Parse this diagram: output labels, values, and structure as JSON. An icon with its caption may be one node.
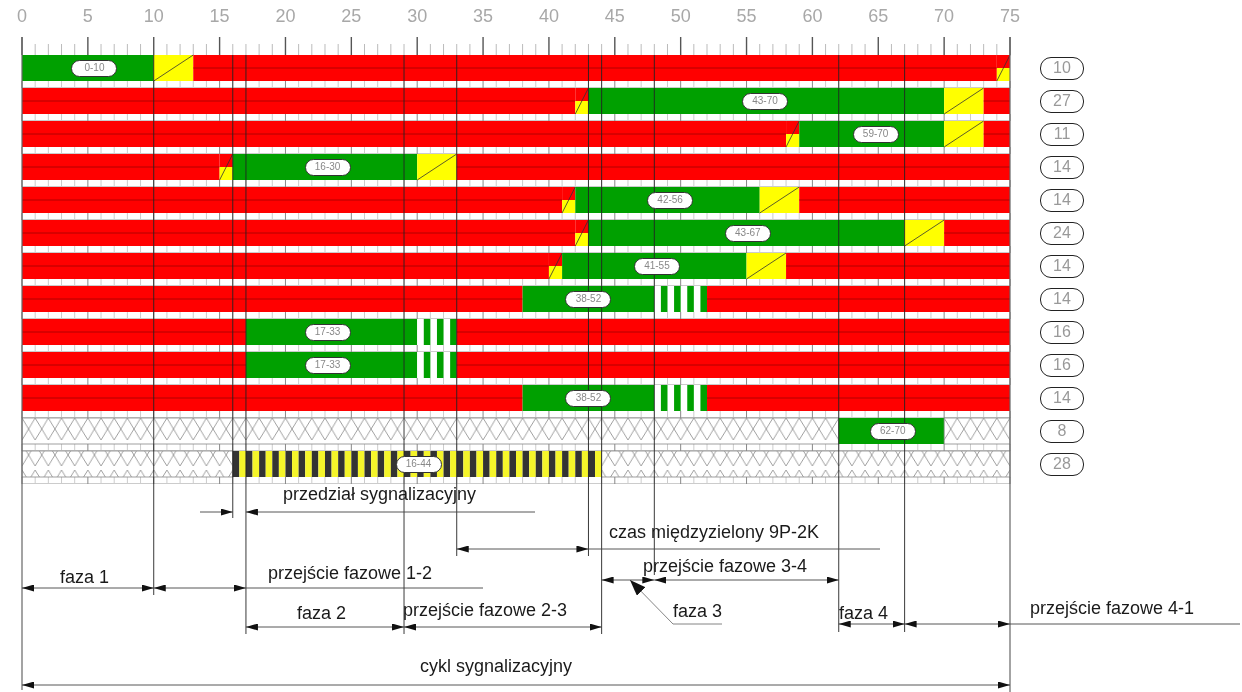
{
  "diagram": {
    "nodes": [
      {
        "text": [
          "0-10"
        ]
      },
      {
        "text": [
          "10"
        ]
      },
      {
        "text": [
          "43-70"
        ]
      },
      {
        "text": [
          "27"
        ]
      },
      {
        "text": [
          "59-70"
        ]
      },
      {
        "text": [
          "11"
        ]
      },
      {
        "text": [
          "16-30"
        ]
      },
      {
        "text": [
          "14"
        ]
      },
      {
        "text": [
          "42-56"
        ]
      },
      {
        "text": [
          "14"
        ]
      },
      {
        "text": [
          "43-67"
        ]
      },
      {
        "text": [
          "24"
        ]
      },
      {
        "text": [
          "41-55"
        ]
      },
      {
        "text": [
          "14"
        ]
      },
      {
        "text": [
          "38-52"
        ]
      },
      {
        "text": [
          "14"
        ]
      },
      {
        "text": [
          "17-33"
        ]
      },
      {
        "text": [
          "16"
        ]
      },
      {
        "text": [
          "17-33"
        ]
      },
      {
        "text": [
          "16"
        ]
      },
      {
        "text": [
          "38-52"
        ]
      },
      {
        "text": [
          "14"
        ]
      },
      {
        "text": [
          "62-70"
        ]
      },
      {
        "text": [
          "8"
        ]
      },
      {
        "text": [
          "16-44"
        ]
      },
      {
        "text": [
          "28"
        ]
      },
      {
        "text": [
          "faza 3"
        ]
      },
      {
        "text": [],
        "shape": "line"
      }
    ],
    "edges": [
      {
        "from": 26,
        "to": 27,
        "arrow": "to"
      }
    ],
    "labels": [
      "0",
      "5",
      "10",
      "15",
      "20",
      "25",
      "30",
      "35",
      "40",
      "45",
      "50",
      "55",
      "60",
      "65",
      "70",
      "75",
      "przedział sygnalizacyjny",
      "czas międzyzielony 9P-2K",
      "przejście fazowe 3-4",
      "faza 1",
      "przejście fazowe 1-2",
      "faza 2",
      "przejście fazowe 2-3",
      "faza 4",
      "przejście fazowe 4-1",
      "cykl sygnalizacyjny"
    ]
  }
}
